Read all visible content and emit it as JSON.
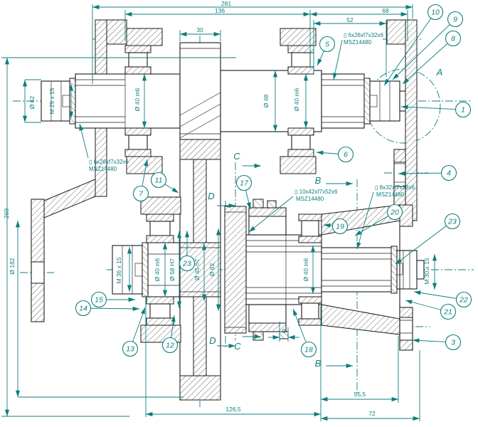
{
  "drawing": {
    "standard_ref": "MSZ14480",
    "colors": {
      "accent": "#0d7f7d",
      "line": "#1a1a1a",
      "background": "#ffffff"
    }
  },
  "dimensions": {
    "total_length": "281",
    "upper_span": "136",
    "right_span": "68",
    "shaft_end_span": "52",
    "pinion_width": "30",
    "cap_width": "9",
    "bearing_span": "55,5",
    "flange_span": "72",
    "hub_span": "126,5",
    "overall_height": "269",
    "bolt_circle": "Ø 182",
    "shaft_end_dia": "Ø 62",
    "nut_upper_left": "M 25 x 15",
    "seat_upper_left": "Ø 40 m6",
    "mid_dia": "Ø 48",
    "seat_upper_right": "Ø 40 m6",
    "nut_lower_left": "M 36 x 15",
    "seat_lower_left": "Ø 40 m6",
    "bore_58": "Ø 58 H7",
    "bore_45": "Ø 45 h7",
    "hub_dia": "Ø 62",
    "seat_lower_right": "Ø 40 m6",
    "nut_lower_right": "M 30 x 15"
  },
  "spline_notes": {
    "upper_right": [
      "▯ 6x26xf7x32x6",
      "MSZ14480"
    ],
    "upper_left": [
      "▯ 6x26xf7x32x6",
      "MSZ14480"
    ],
    "lower_left": [
      "▯ 10x42xf7x52x6",
      "MSZ14480"
    ],
    "lower_right": [
      "▯ 8x32xf7x38x6",
      "MSZ14480"
    ]
  },
  "sections": {
    "a": "A",
    "b": "B",
    "c": "C",
    "d": "D"
  },
  "balloons": {
    "b1": "1",
    "b3": "3",
    "b4": "4",
    "b5": "5",
    "b6": "6",
    "b7": "7",
    "b8": "8",
    "b9": "9",
    "b10": "10",
    "b11": "11",
    "b12": "12",
    "b13": "13",
    "b14": "14",
    "b15": "15",
    "b17": "17",
    "b18": "18",
    "b19": "19",
    "b20": "20",
    "b21": "21",
    "b22": "22",
    "b23r": "23",
    "b23c": "23"
  }
}
